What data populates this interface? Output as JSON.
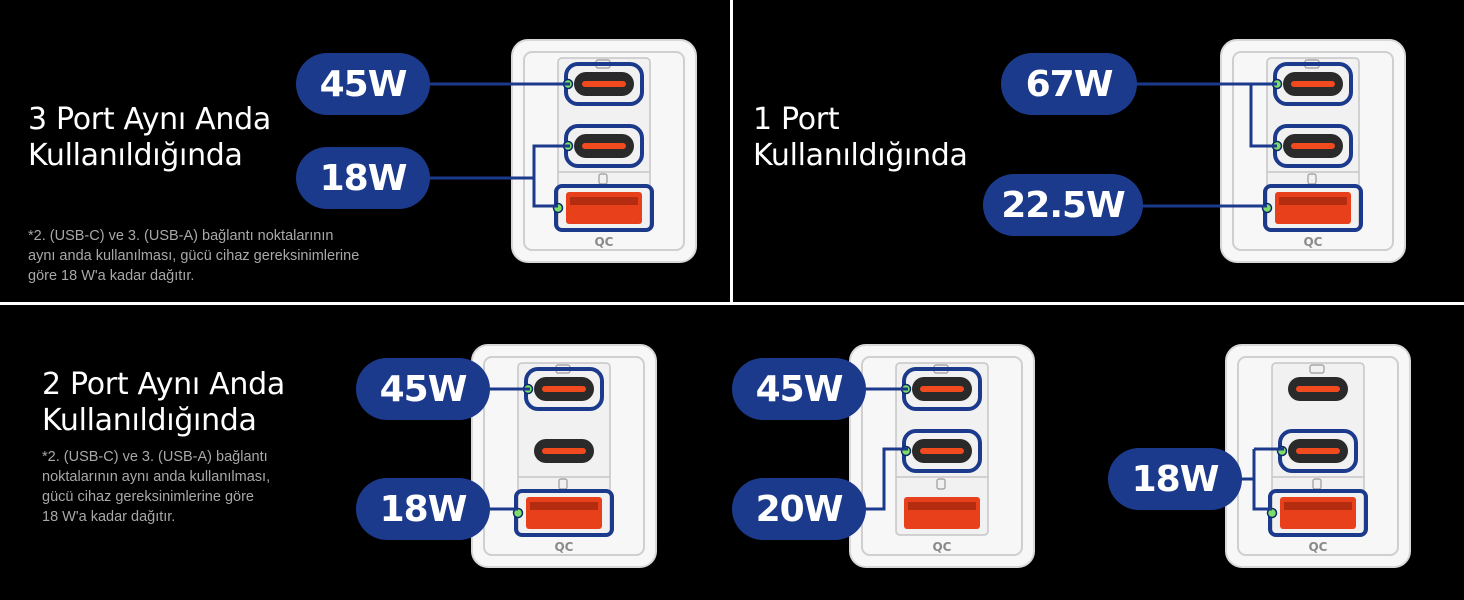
{
  "panels": {
    "p1": {
      "title_lines": [
        "3 Port Aynı Anda",
        "Kullanıldığında"
      ],
      "note_lines": [
        "*2. (USB-C) ve 3. (USB-A) bağlantı noktalarının",
        "aynı anda kullanılması, gücü cihaz gereksinimlerine",
        "göre 18 W'a kadar dağıtır."
      ],
      "badges": [
        "45W",
        "18W"
      ]
    },
    "p2": {
      "title_lines": [
        "1 Port",
        "Kullanıldığında"
      ],
      "badges": [
        "67W",
        "22.5W"
      ]
    },
    "p3": {
      "title_lines": [
        "2 Port Aynı Anda",
        "Kullanıldığında"
      ],
      "note_lines": [
        "*2. (USB-C) ve 3. (USB-A) bağlantı",
        "noktalarının aynı anda kullanılması,",
        "gücü cihaz gereksinimlerine göre",
        "18 W'a kadar dağıtır."
      ],
      "badges": [
        "45W",
        "18W",
        "45W",
        "20W",
        "18W"
      ]
    }
  },
  "charger_logo": "QC",
  "colors": {
    "background": "#000000",
    "badge": "#1c3a8c",
    "connector": "#1c3a8c",
    "port_orange": "#f04a1e",
    "highlight_dot": "#7ddc6a",
    "charger_body": "#f7f7f7"
  }
}
